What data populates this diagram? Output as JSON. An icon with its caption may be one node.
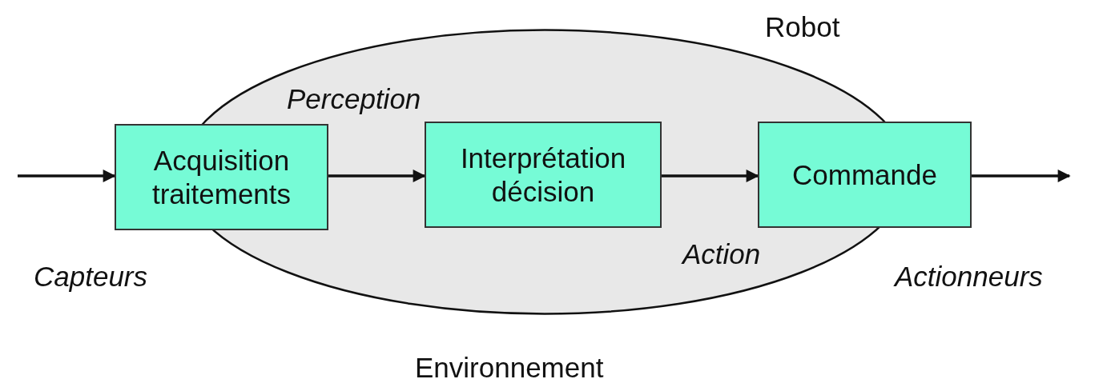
{
  "diagram": {
    "nodes": [
      {
        "text": [
          "Robot"
        ]
      },
      {
        "text": [
          "Acquisition traitements"
        ]
      },
      {
        "text": [
          "Interprétation décision"
        ],
        "in": 0
      },
      {
        "text": [
          "Commande"
        ]
      }
    ],
    "edges": [
      {
        "from": null,
        "to": 1,
        "arrow": "to"
      },
      {
        "from": 1,
        "to": 2,
        "arrow": "to"
      },
      {
        "from": 2,
        "to": 3,
        "arrow": "to"
      },
      {
        "from": 3,
        "to": null,
        "arrow": "to"
      }
    ],
    "labels": [
      "Perception",
      "Capteurs",
      "Action",
      "Actionneurs",
      "Environnement"
    ]
  }
}
